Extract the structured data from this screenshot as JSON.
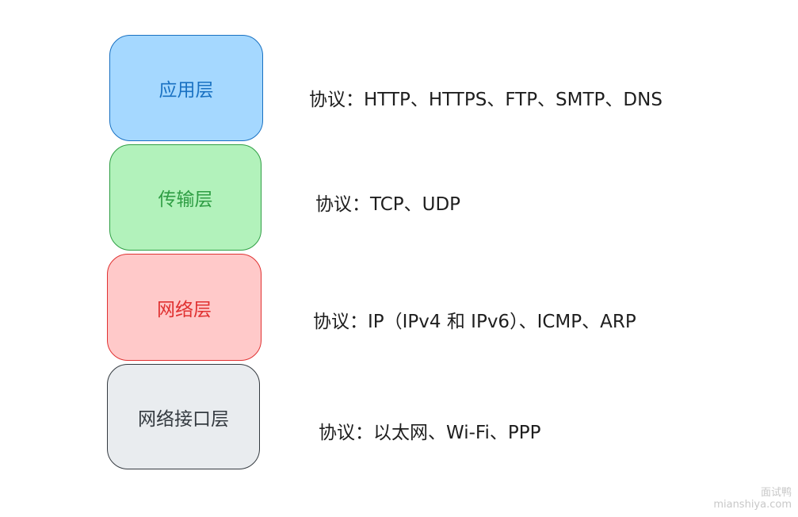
{
  "layers": [
    {
      "name": "应用层",
      "protocols": "协议：HTTP、HTTPS、FTP、SMTP、DNS",
      "fill": "#a5d8ff",
      "stroke": "#1971c2",
      "text_color": "#1971c2"
    },
    {
      "name": "传输层",
      "protocols": "协议：TCP、UDP",
      "fill": "#b2f2bb",
      "stroke": "#2f9e44",
      "text_color": "#2f9e44"
    },
    {
      "name": "网络层",
      "protocols": "协议：IP（IPv4 和 IPv6）、ICMP、ARP",
      "fill": "#ffc9c9",
      "stroke": "#e03131",
      "text_color": "#e03131"
    },
    {
      "name": "网络接口层",
      "protocols": "协议：以太网、Wi-Fi、PPP",
      "fill": "#e9ecef",
      "stroke": "#343a40",
      "text_color": "#343a40"
    }
  ],
  "watermark": {
    "line1": "面试鸭",
    "line2": "mianshiya.com"
  }
}
